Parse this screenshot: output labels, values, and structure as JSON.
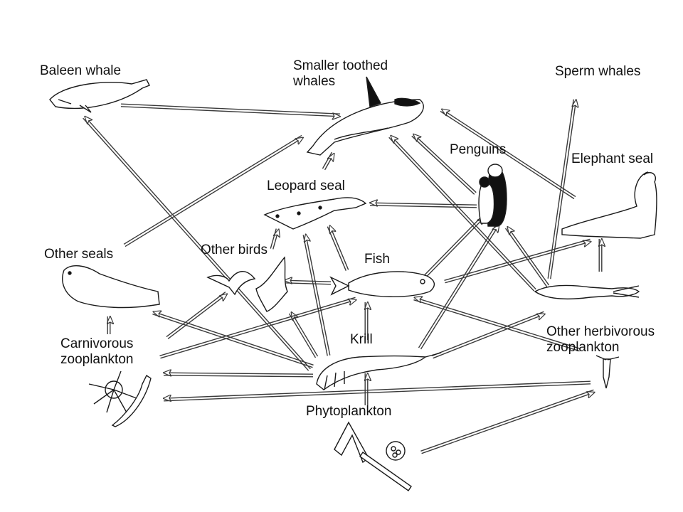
{
  "diagram": {
    "nodes": [
      {
        "id": "baleen",
        "label": "Baleen whale"
      },
      {
        "id": "toothed",
        "label": "Smaller toothed\nwhales"
      },
      {
        "id": "sperm",
        "label": "Sperm whales"
      },
      {
        "id": "penguins",
        "label": "Penguins"
      },
      {
        "id": "elephant",
        "label": "Elephant seal"
      },
      {
        "id": "leopard",
        "label": "Leopard seal"
      },
      {
        "id": "otherseals",
        "label": "Other seals"
      },
      {
        "id": "otherbirds",
        "label": "Other birds"
      },
      {
        "id": "fish",
        "label": "Fish"
      },
      {
        "id": "carnzoo",
        "label": "Carnivorous\nzooplankton"
      },
      {
        "id": "krill",
        "label": "Krill"
      },
      {
        "id": "herbzoo",
        "label": "Other herbivorous\nzooplankton"
      },
      {
        "id": "phyto",
        "label": "Phytoplankton"
      }
    ],
    "edges": [
      {
        "from": "baleen",
        "to": "toothed"
      },
      {
        "from": "otherseals",
        "to": "toothed"
      },
      {
        "from": "leopard",
        "to": "toothed"
      },
      {
        "from": "penguins",
        "to": "toothed"
      },
      {
        "from": "elephant",
        "to": "toothed"
      },
      {
        "from": "herbzoo",
        "to": "toothed"
      },
      {
        "from": "herbzoo",
        "to": "sperm"
      },
      {
        "from": "penguins",
        "to": "leopard"
      },
      {
        "from": "fish",
        "to": "leopard"
      },
      {
        "from": "krill",
        "to": "leopard"
      },
      {
        "from": "otherbirds",
        "to": "leopard"
      },
      {
        "from": "krill",
        "to": "baleen"
      },
      {
        "from": "fish",
        "to": "otherbirds"
      },
      {
        "from": "krill",
        "to": "otherbirds"
      },
      {
        "from": "carnzoo",
        "to": "otherbirds"
      },
      {
        "from": "fish",
        "to": "penguins"
      },
      {
        "from": "krill",
        "to": "penguins"
      },
      {
        "from": "herbzoo",
        "to": "penguins"
      },
      {
        "from": "fish",
        "to": "elephant"
      },
      {
        "from": "herbzoo",
        "to": "elephant"
      },
      {
        "from": "krill",
        "to": "fish"
      },
      {
        "from": "carnzoo",
        "to": "fish"
      },
      {
        "from": "herbzoo",
        "to": "fish"
      },
      {
        "from": "krill",
        "to": "otherseals"
      },
      {
        "from": "carnzoo",
        "to": "otherseals"
      },
      {
        "from": "krill",
        "to": "carnzoo"
      },
      {
        "from": "krill",
        "to": "herbzoo"
      },
      {
        "from": "phyto",
        "to": "krill"
      },
      {
        "from": "phyto",
        "to": "carnzoo"
      },
      {
        "from": "phyto",
        "to": "herbzoo"
      }
    ]
  }
}
